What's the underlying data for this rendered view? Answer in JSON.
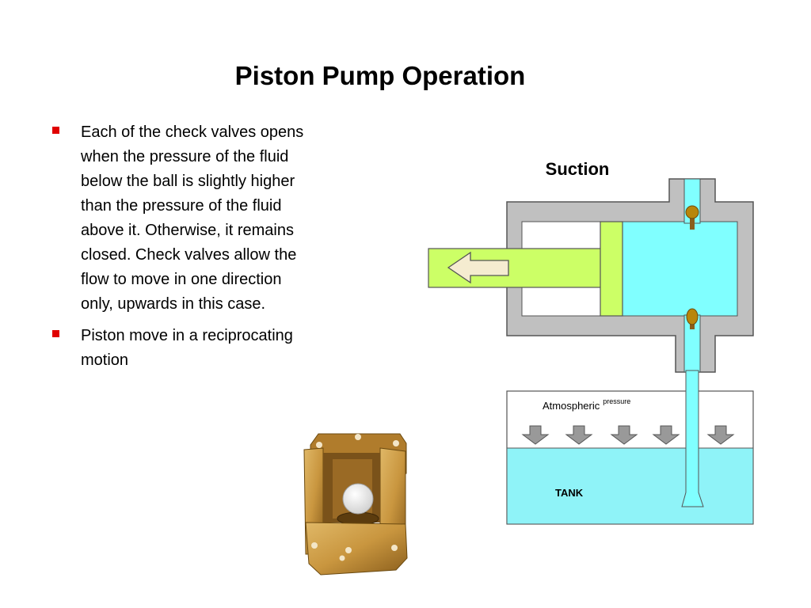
{
  "slide": {
    "title": "Piston Pump Operation",
    "bullets": [
      "Each of the check valves opens\nwhen the pressure of the fluid\nbelow the ball is slightly higher\nthan the pressure of the fluid\nabove it.  Otherwise, it remains\nclosed.  Check valves allow the\nflow to move in one direction\nonly, upwards in this case.",
      "Piston move in a reciprocating\nmotion"
    ]
  },
  "diagram": {
    "suction_label": "Suction",
    "atmospheric_label": "Atmospheric",
    "pressure_label": "pressure",
    "tank_label": "TANK",
    "colors": {
      "fluid": "#80ffff",
      "tank_fluid": "#8ff3f8",
      "cylinder_wall": "#c0c0c0",
      "piston": "#ccff66",
      "valve": "#b8860b",
      "arrow_gray": "#999999",
      "bullet_red": "#e00000"
    }
  },
  "photo": {
    "ball_color": "#f4f4f4",
    "body_color": "#c9963f"
  }
}
